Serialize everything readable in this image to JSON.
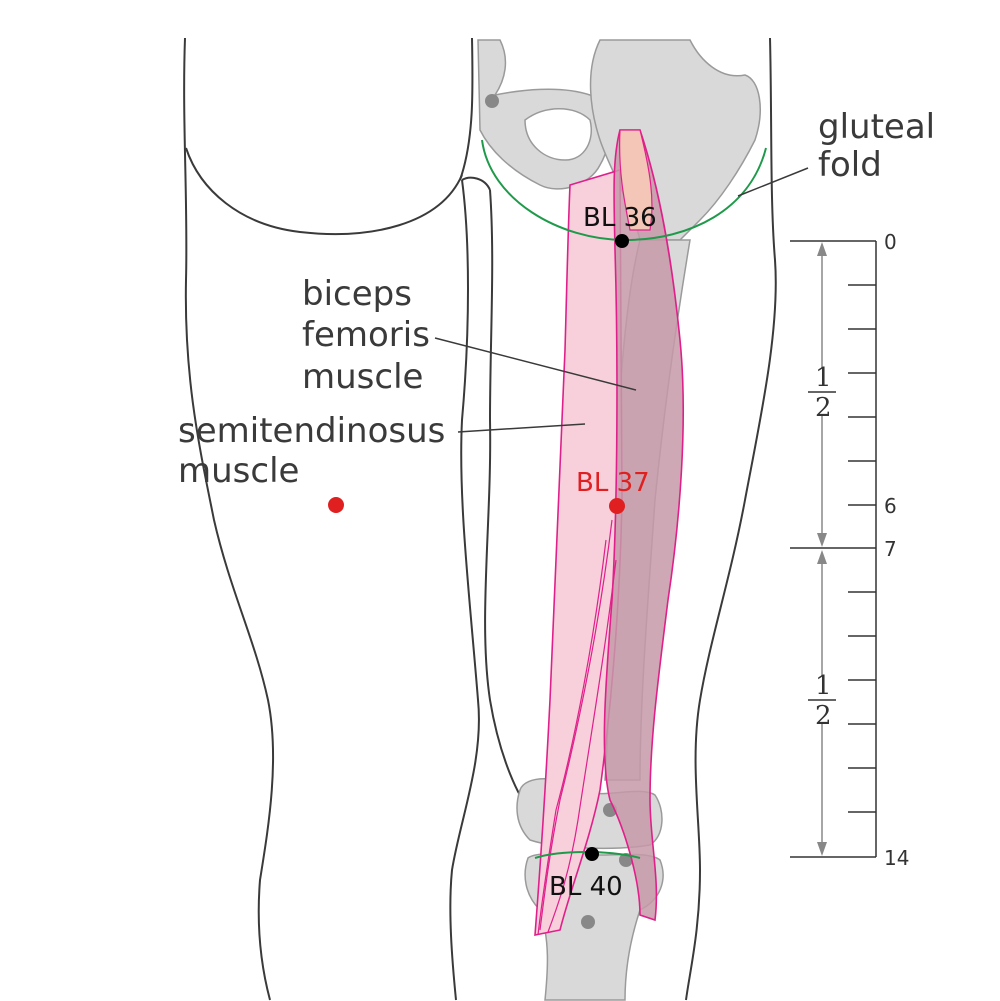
{
  "labels": {
    "gluteal_fold_line1": "gluteal",
    "gluteal_fold_line2": "fold",
    "biceps_line1": "biceps",
    "biceps_line2": "femoris",
    "biceps_line3": "muscle",
    "semitendinosus_line1": "semitendinosus",
    "semitendinosus_line2": "muscle"
  },
  "points": {
    "bl36": "BL 36",
    "bl37": "BL 37",
    "bl40": "BL 40"
  },
  "scale": {
    "tick_top": "0",
    "tick_six": "6",
    "tick_seven": "7",
    "tick_bottom": "14",
    "frac_numerator": "1",
    "frac_denominator": "2"
  },
  "colors": {
    "outline": "#3a3a3a",
    "bone": "#d9d9d9",
    "bone_stroke": "#9a9a9a",
    "gluteal_fold": "#1f9a4a",
    "muscle_light": "#f7d0dc",
    "muscle_dark": "#b98c9c",
    "muscle_stroke": "#e0208a",
    "point_black": "#000000",
    "point_red": "#e02020",
    "landmark_gray": "#888888"
  }
}
